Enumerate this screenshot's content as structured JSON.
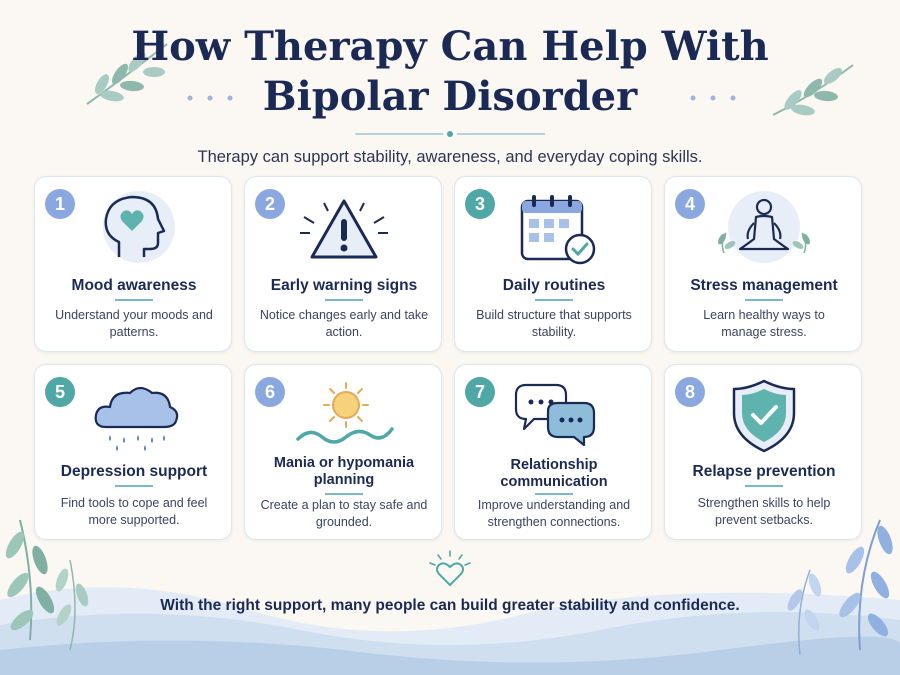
{
  "title": {
    "line1": "How Therapy Can Help With",
    "line2": "Bipolar Disorder"
  },
  "subtitle": "Therapy can support stability, awareness, and everyday coping skills.",
  "cards": [
    {
      "number": "1",
      "title": "Mood awareness",
      "description": "Understand your moods and patterns.",
      "icon": "head-heart-icon",
      "badge_color": "#8aa8df"
    },
    {
      "number": "2",
      "title": "Early warning signs",
      "description": "Notice changes early and take action.",
      "icon": "warning-triangle-icon",
      "badge_color": "#8aa8df"
    },
    {
      "number": "3",
      "title": "Daily routines",
      "description": "Build structure that supports stability.",
      "icon": "calendar-check-icon",
      "badge_color": "#4fa8a5"
    },
    {
      "number": "4",
      "title": "Stress management",
      "description": "Learn healthy ways to manage stress.",
      "icon": "meditation-icon",
      "badge_color": "#8aa8df"
    },
    {
      "number": "5",
      "title": "Depression support",
      "description": "Find tools to cope and feel more supported.",
      "icon": "rain-cloud-icon",
      "badge_color": "#4fa8a5"
    },
    {
      "number": "6",
      "title": "Mania or hypomania planning",
      "description": "Create a plan to stay safe and grounded.",
      "icon": "sun-waves-icon",
      "badge_color": "#8aa8df"
    },
    {
      "number": "7",
      "title": "Relationship communication",
      "description": "Improve understanding and strengthen connections.",
      "icon": "chat-bubbles-icon",
      "badge_color": "#4fa8a5"
    },
    {
      "number": "8",
      "title": "Relapse prevention",
      "description": "Strengthen skills to help prevent setbacks.",
      "icon": "shield-check-icon",
      "badge_color": "#8aa8df"
    }
  ],
  "tagline": "With the right support, many people can build greater stability and confidence.",
  "colors": {
    "navy": "#1b2a55",
    "teal": "#4fa8a5",
    "blue": "#8aa8df",
    "background": "#fbf7f2"
  }
}
